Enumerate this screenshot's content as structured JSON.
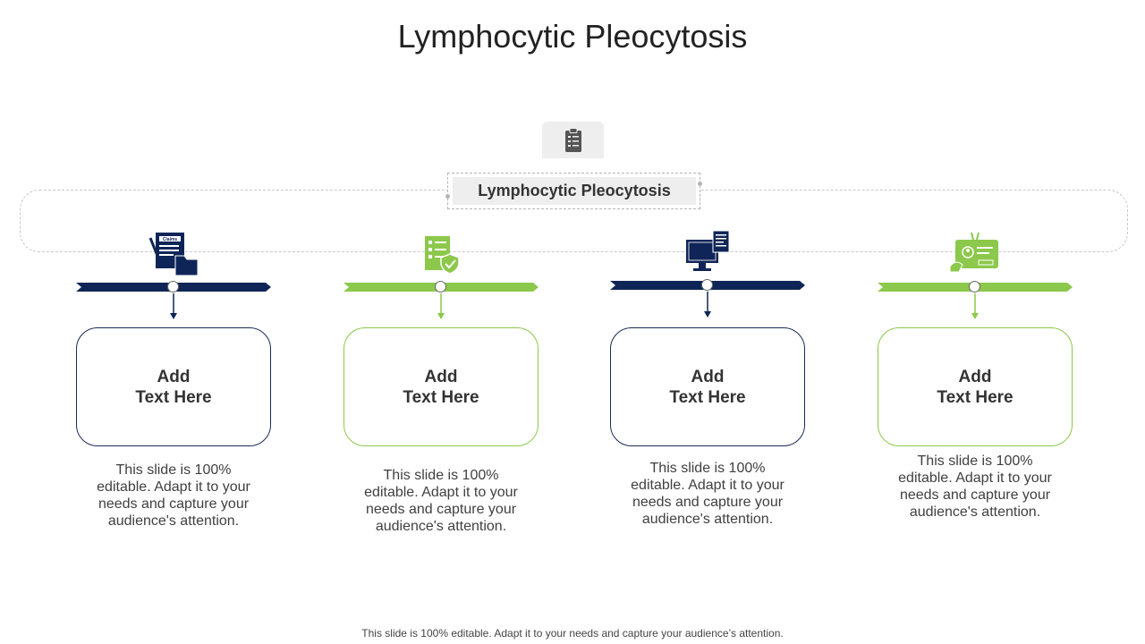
{
  "title": "Lymphocytic Pleocytosis",
  "center_label": "Lymphocytic Pleocytosis",
  "top_icon": "clipboard-checklist-icon",
  "colors": {
    "navy": "#0f2557",
    "green": "#8cc84b"
  },
  "steps": [
    {
      "icon": "claims-documents-icon",
      "color": "navy",
      "card_line1": "Add",
      "card_line2": "Text Here",
      "description": "This slide is 100% editable. Adapt it to your needs and capture your audience's attention."
    },
    {
      "icon": "checklist-shield-icon",
      "color": "green",
      "card_line1": "Add",
      "card_line2": "Text Here",
      "description": "This slide is 100% editable. Adapt it to your needs and capture your audience's attention."
    },
    {
      "icon": "computer-monitor-document-icon",
      "color": "navy",
      "card_line1": "Add",
      "card_line2": "Text Here",
      "description": "This slide is 100% editable. Adapt it to your needs and capture your audience's attention."
    },
    {
      "icon": "id-card-hand-icon",
      "color": "green",
      "card_line1": "Add",
      "card_line2": "Text Here",
      "description": "This slide is 100% editable. Adapt it to your needs and capture your audience's attention."
    }
  ],
  "footer": "This slide is 100% editable. Adapt it to your needs and capture your audience’s attention."
}
